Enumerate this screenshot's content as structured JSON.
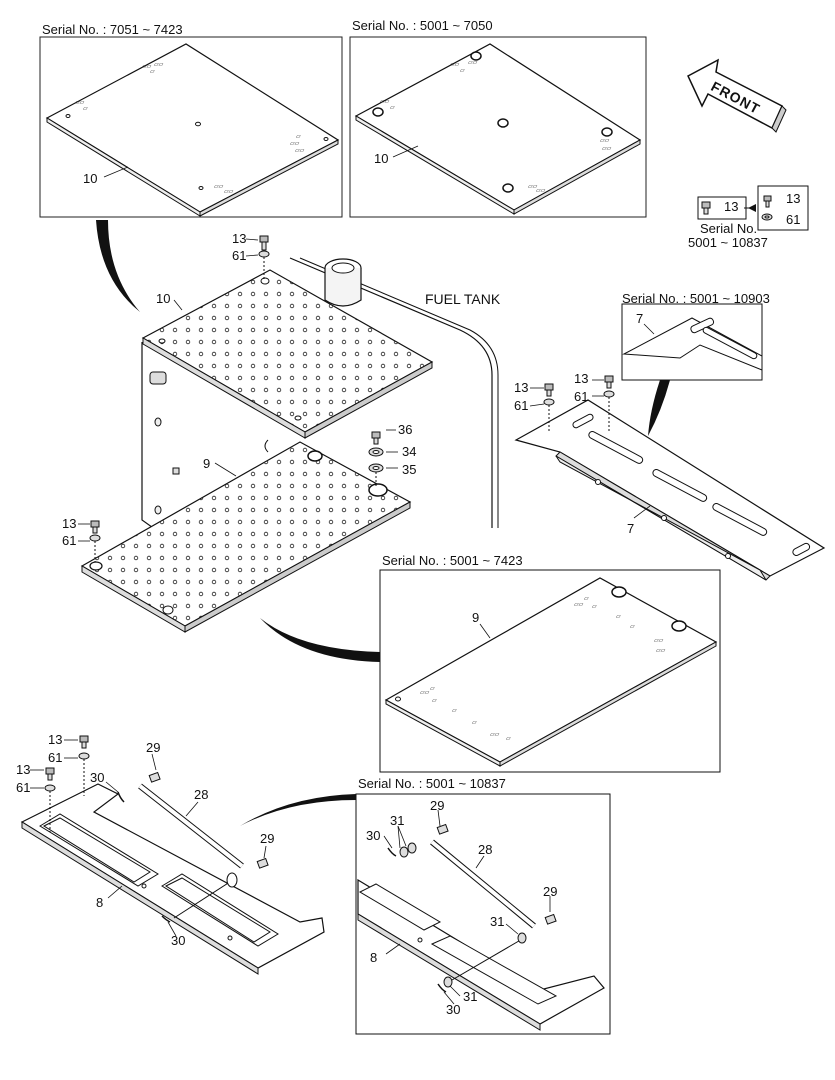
{
  "title": "FUEL TANK",
  "front_arrow": "FRONT",
  "inset_top_left": {
    "serial": "Serial No. : 7051 ~ 7423",
    "part": "10"
  },
  "inset_top_right": {
    "serial": "Serial No. : 5001 ~ 7050",
    "part": "10"
  },
  "inset_mid_right": {
    "serial": "Serial No. : 5001 ~ 7423",
    "part": "9"
  },
  "inset_rail": {
    "serial": "Serial No. : 5001 ~ 10903",
    "part": "7"
  },
  "inset_bottom": {
    "serial": "Serial No. : 5001 ~ 10837"
  },
  "bolt_kit": {
    "from": "13",
    "to_a": "13",
    "to_b": "61",
    "serial_line1": "Serial No.",
    "serial_line2": "5001 ~ 10837"
  },
  "callouts": {
    "c13a": "13",
    "c61a": "61",
    "c10": "10",
    "c36": "36",
    "c34": "34",
    "c35": "35",
    "c9": "9",
    "c13b": "13",
    "c61b": "61",
    "c13c": "13",
    "c61c": "61",
    "c13d": "13",
    "c61d": "61",
    "c7": "7",
    "c13e": "13",
    "c61e": "61",
    "c13f": "13",
    "c61f": "61",
    "c29a": "29",
    "c30a": "30",
    "c28a": "28",
    "c29b": "29",
    "c8a": "8",
    "c30b": "30",
    "c31a": "31",
    "c29c": "29",
    "c30c": "30",
    "c28b": "28",
    "c29d": "29",
    "c31b": "31",
    "c8b": "8",
    "c31c": "31",
    "c30d": "30"
  }
}
